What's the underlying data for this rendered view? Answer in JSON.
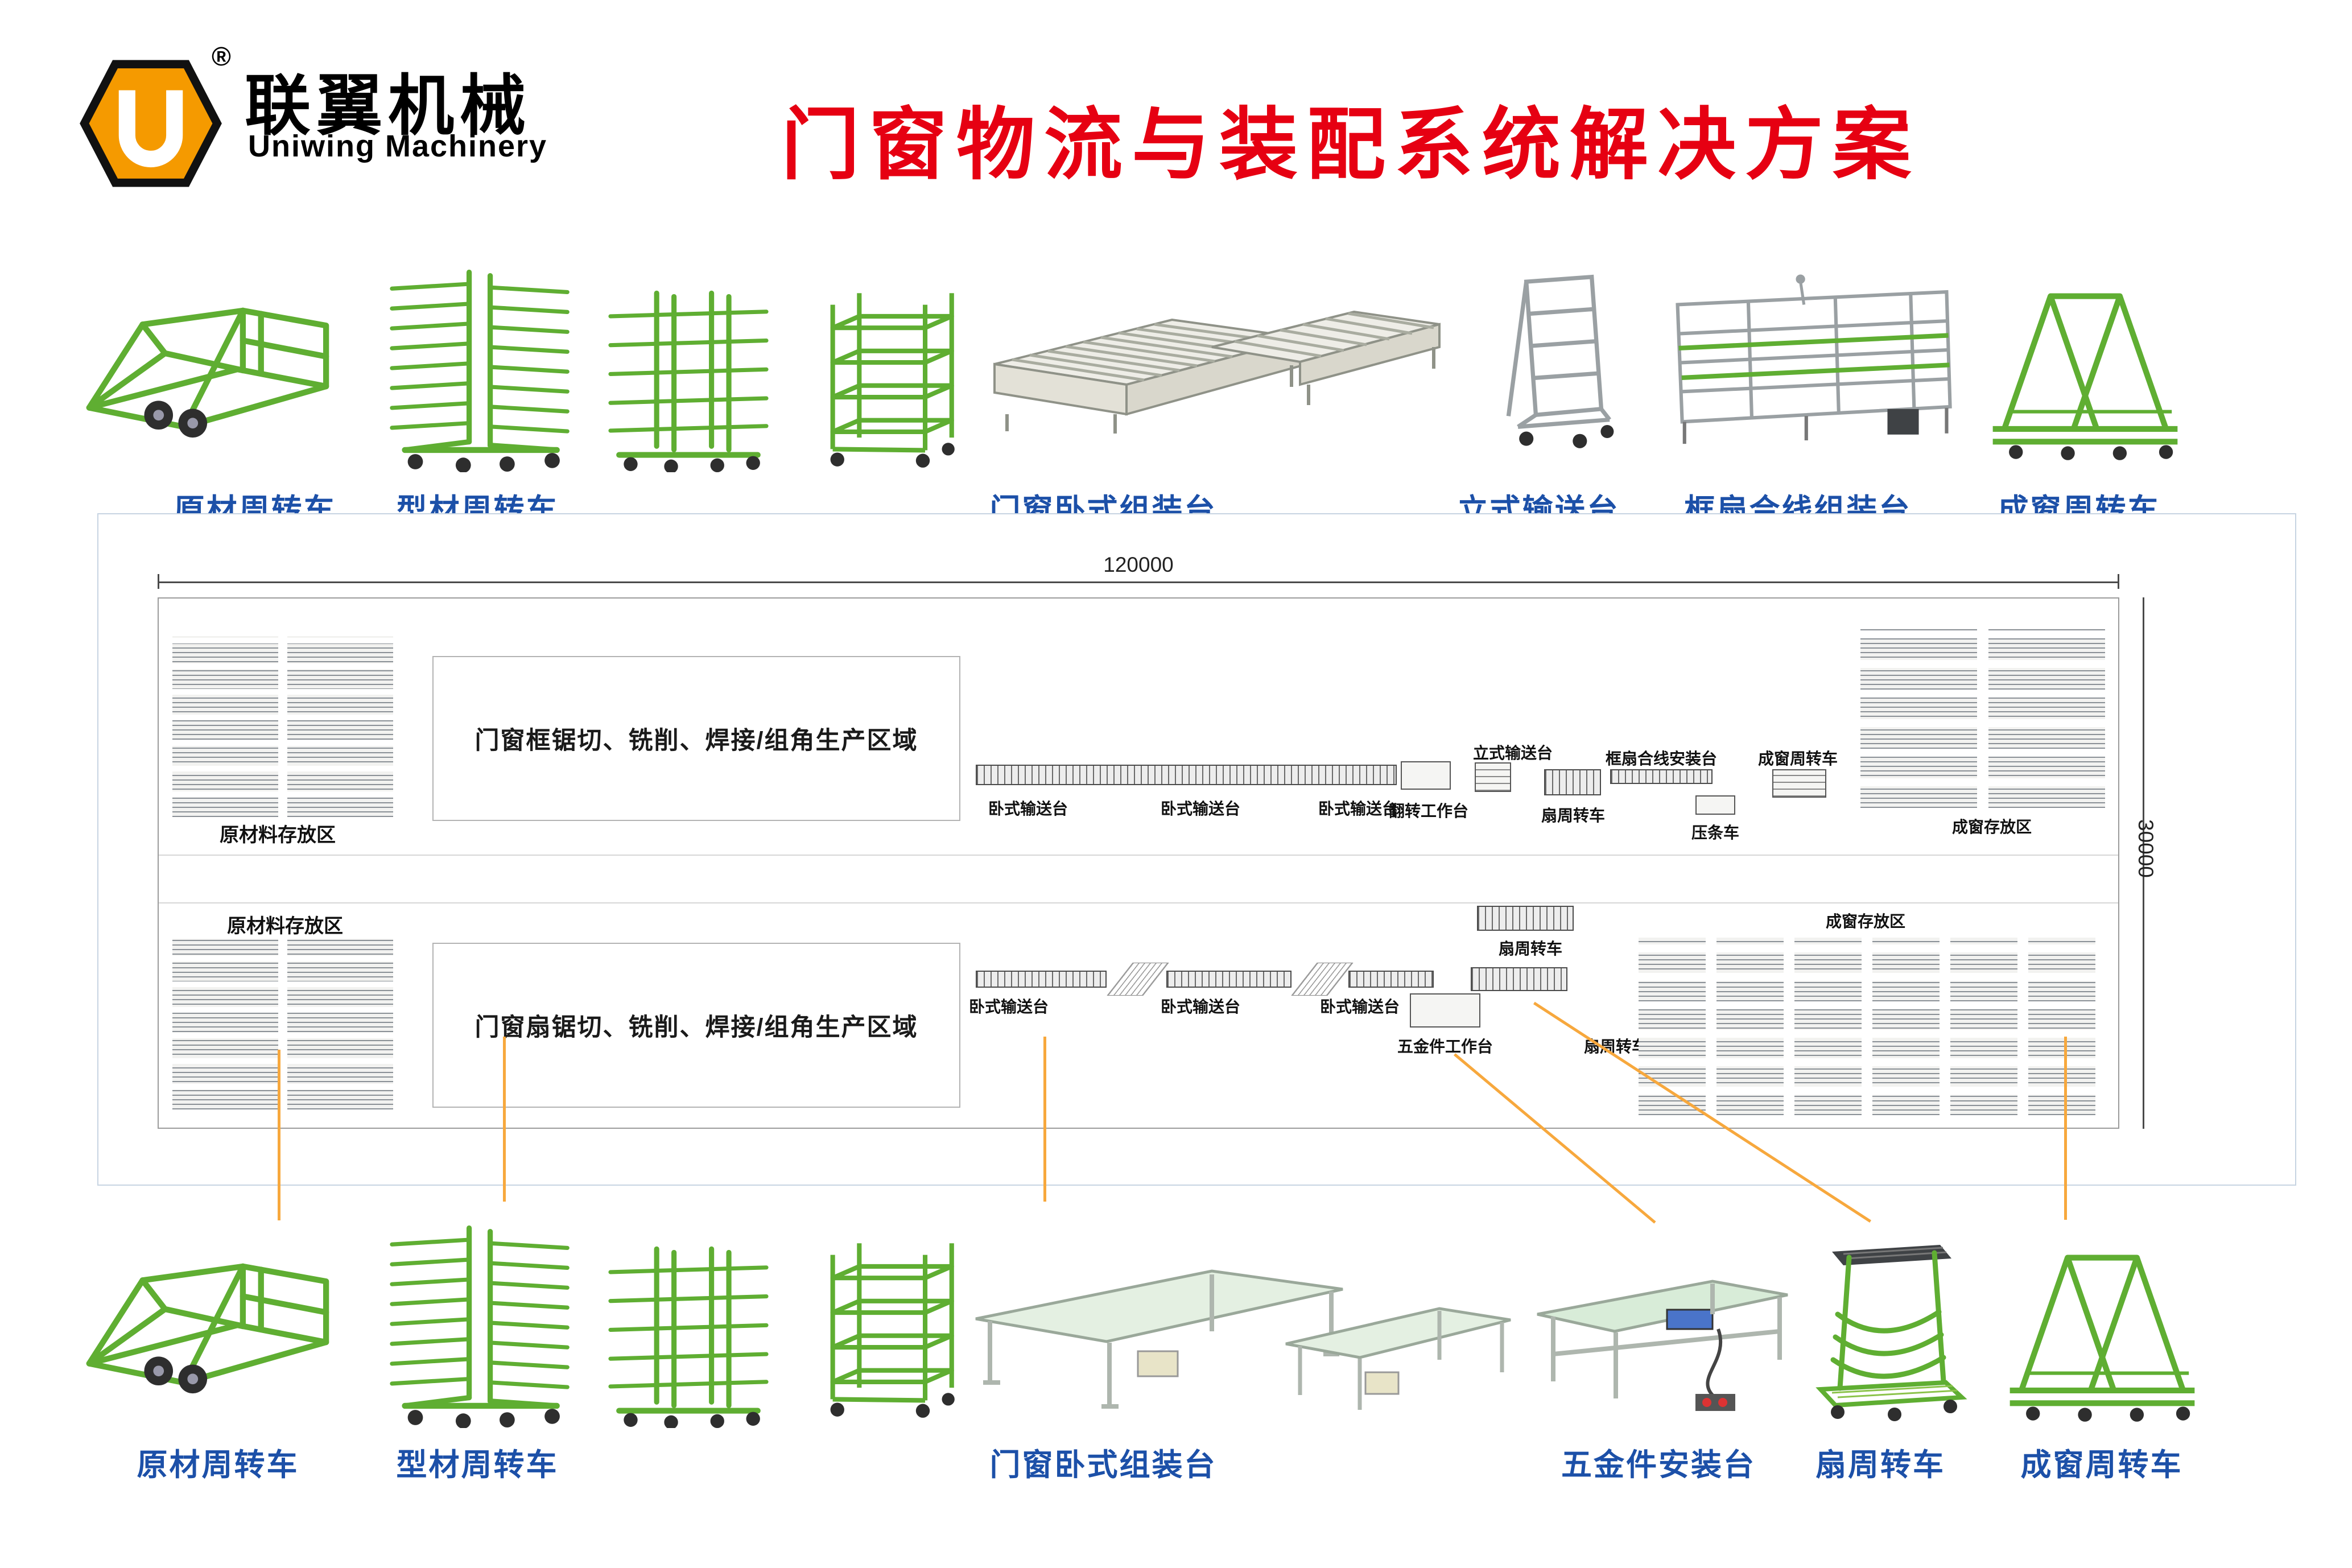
{
  "header": {
    "brand_cn": "联翼机械",
    "brand_en": "Uniwing Machinery",
    "reg": "®",
    "title": "门窗物流与装配系统解决方案"
  },
  "top_row": {
    "raw_cart": "原材周转车",
    "profile_cart": "型材周转车",
    "assembly_table": "门窗卧式组装台",
    "vertical_conveyor": "立式输送台",
    "frame_sash_table": "框扇合线组装台",
    "finished_cart": "成窗周转车"
  },
  "bottom_row": {
    "raw_cart": "原材周转车",
    "profile_cart": "型材周转车",
    "assembly_table": "门窗卧式组装台",
    "hardware_table": "五金件安装台",
    "sash_cart": "扇周转车",
    "finished_cart": "成窗周转车"
  },
  "plan": {
    "dims": {
      "width": "120000",
      "height": "30000"
    },
    "line1": {
      "storage": "原材料存放区",
      "production": "门窗框锯切、铣削、焊接/组角生产区域",
      "stations": {
        "conveyors": [
          "卧式输送台",
          "卧式输送台",
          "卧式输送台"
        ],
        "flip_table": "翻转工作台",
        "vertical_conveyor": "立式输送台",
        "frame_sash_install": "框扇合线安装台",
        "sash_cart": "扇周转车",
        "bead_cart": "压条车",
        "finished_cart": "成窗周转车",
        "finished_storage": "成窗存放区"
      }
    },
    "line2": {
      "storage": "原材料存放区",
      "production": "门窗扇锯切、铣削、焊接/组角生产区域",
      "stations": {
        "conveyors": [
          "卧式输送台",
          "卧式输送台",
          "卧式输送台"
        ],
        "hardware_table": "五金件工作台",
        "sash_carts": [
          "扇周转车",
          "扇周转车"
        ],
        "finished_storage": "成窗存放区"
      }
    }
  },
  "icons": {
    "logo": "uniwing-hexagon-logo",
    "raw_cart": "trailer-cart-icon",
    "profile_cart": "profile-rack-cart-icon",
    "arm_cart": "arm-rack-cart-icon",
    "shelf_cart": "shelf-cart-icon",
    "roller_conveyor": "roller-conveyor-table-icon",
    "vertical_conveyor": "vertical-conveyor-icon",
    "frame_sash_machine": "frame-sash-assembly-machine-icon",
    "a_frame_cart": "a-frame-cart-icon",
    "assembly_tables": "assembly-tables-icon",
    "hardware_bench": "hardware-workbench-icon",
    "sash_cart": "sash-rack-cart-icon"
  },
  "colors": {
    "title_red": "#e60012",
    "label_blue": "#1c50a8",
    "brand_orange": "#f59a00",
    "connector_orange": "#f7a83d",
    "equipment_green": "#5fae32"
  }
}
